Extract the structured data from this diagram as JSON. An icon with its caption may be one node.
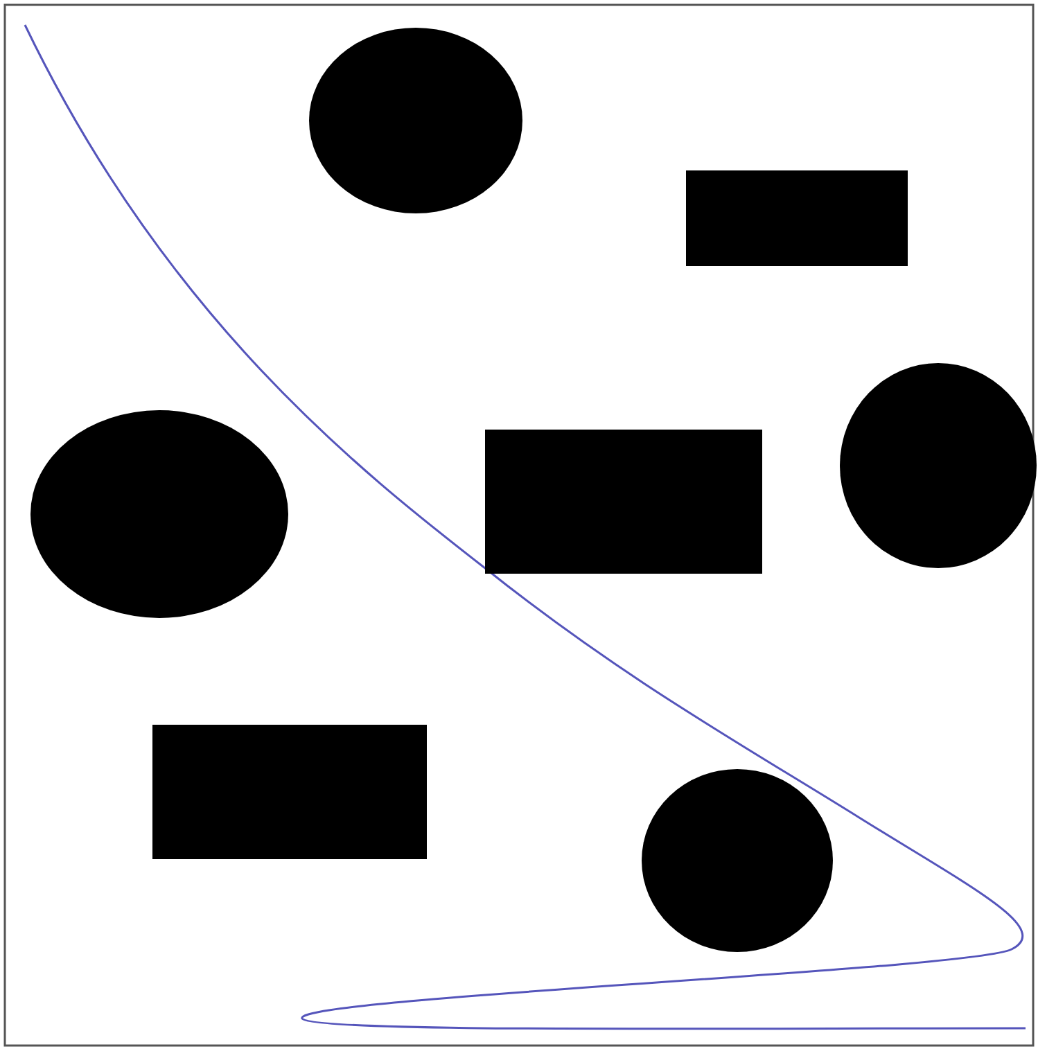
{
  "diagram": {
    "nodes": [
      {
        "text": [],
        "shape": "ellipse"
      },
      {
        "text": [],
        "shape": "box"
      },
      {
        "text": [],
        "shape": "ellipse"
      },
      {
        "text": [],
        "shape": "ellipse"
      },
      {
        "text": [],
        "shape": "box"
      },
      {
        "text": [],
        "shape": "box"
      },
      {
        "text": [],
        "shape": "ellipse"
      }
    ]
  }
}
